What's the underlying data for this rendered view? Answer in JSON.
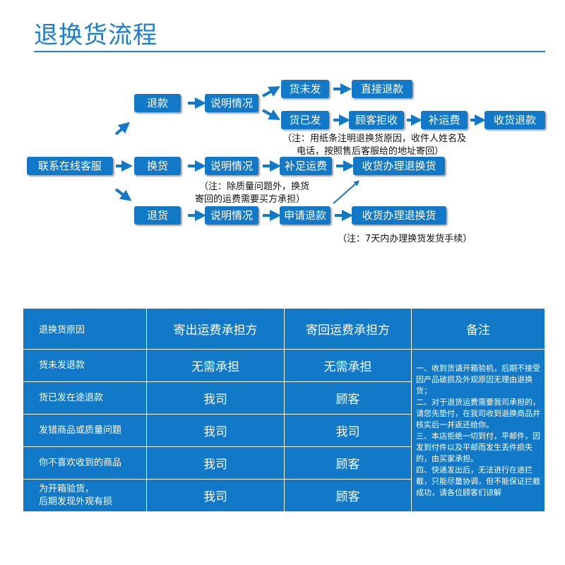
{
  "title": "退换货流程",
  "flow": {
    "start": "联系在线客服",
    "refund": "退款",
    "exchange": "换货",
    "return": "退货",
    "explain": "说明情况",
    "not_shipped": "货未发",
    "direct_refund": "直接退款",
    "shipped": "货已发",
    "customer_reject": "顾客拒收",
    "pay_shipping": "补运费",
    "receive_refund": "收货退款",
    "supplement_shipping": "补足运费",
    "receive_process": "收货办理退换货",
    "apply_refund": "申请退款",
    "note1_line1": "（注：用纸条注明退换货原因，收件人姓名及",
    "note1_line2": "电话，按照售后客服给的地址寄回）",
    "note2_line1": "（注：除质量问题外，换货",
    "note2_line2": "寄回的运费需要买方承担）",
    "note3": "（注：7天内办理换货发货手续）"
  },
  "table": {
    "headers": [
      "退换货原因",
      "寄出运费承担方",
      "寄回运费承担方",
      "备注"
    ],
    "rows": [
      [
        "货未发退款",
        "无需承担",
        "无需承担"
      ],
      [
        "货已发在途退款",
        "我司",
        "顾客"
      ],
      [
        "发错商品或质量问题",
        "我司",
        "我司"
      ],
      [
        "你不喜欢收到的商品",
        "我司",
        "顾客"
      ],
      [
        "为开箱验货，\n后期发现外观有损",
        "我司",
        "顾客"
      ]
    ],
    "remarks": [
      "一、收到货请开箱验机，后期不接受因产品破损及外观原因无理由退换货；",
      "二、对于退货运费需要我司承担的，请您先垫付，在我司收到退换商品并核实后一并返还给你。",
      "三、本店拒绝一切到付，平邮件，因发到付件以及平邮而发生丢件损失的，由买家承担。",
      "四、快递发出后，无法进行在途拦截，只能尽量协调，但不能保证拦截成功，请各位顾客们谅解"
    ]
  },
  "colors": {
    "accent": "#1278c8",
    "title": "#1a7fd4"
  }
}
